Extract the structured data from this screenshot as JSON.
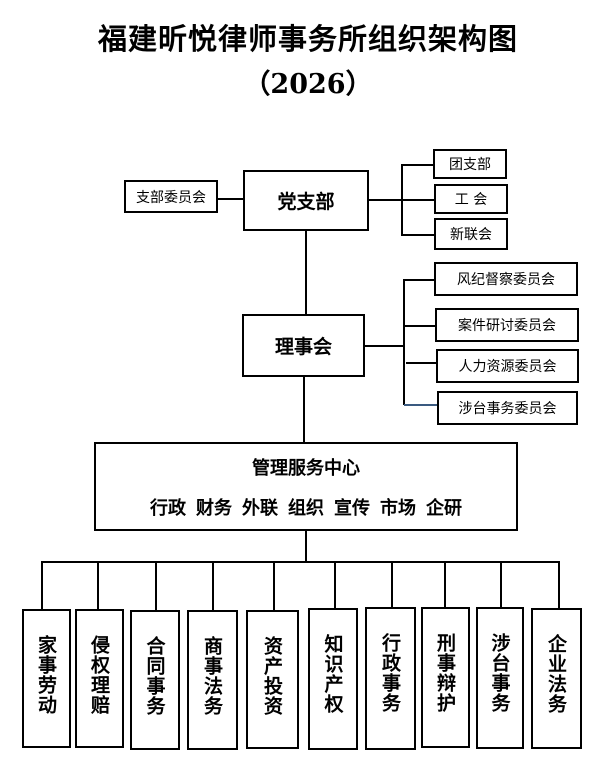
{
  "title": "福建昕悦律师事务所组织架构图",
  "year": "（2026）",
  "party": {
    "label": "党支部",
    "left": "支部委员会",
    "right": [
      "团支部",
      "工 会",
      "新联会"
    ]
  },
  "council": {
    "label": "理事会",
    "committees": [
      "风纪督察委员会",
      "案件研讨委员会",
      "人力资源委员会",
      "涉台事务委员会"
    ]
  },
  "management": {
    "label": "管理服务中心",
    "functions": [
      "行政",
      "财务",
      "外联",
      "组织",
      "宣传",
      "市场",
      "企研"
    ]
  },
  "departments": [
    "家事劳动",
    "侵权理赔",
    "合同事务",
    "商事法务",
    "资产投资",
    "知识产权",
    "行政事务",
    "刑事辩护",
    "涉台事务",
    "企业法务"
  ],
  "colors": {
    "line": "#000000",
    "accent_line": "#3a5a80"
  }
}
